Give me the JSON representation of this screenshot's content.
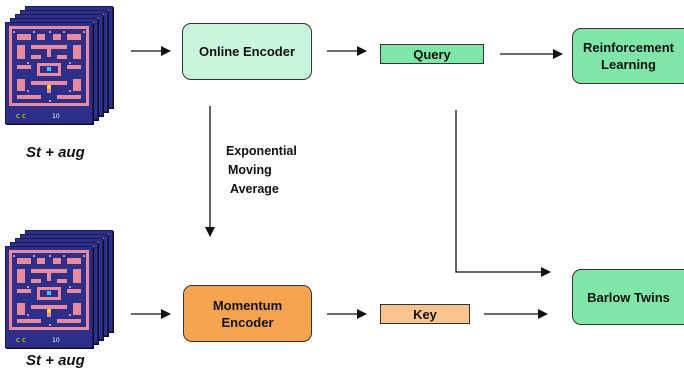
{
  "diagram": {
    "input_top": {
      "caption": "St + aug"
    },
    "input_bottom": {
      "caption": "St + aug"
    },
    "online_encoder": {
      "label": "Online Encoder"
    },
    "momentum_encoder": {
      "label_line1": "Momentum",
      "label_line2": "Encoder"
    },
    "query": {
      "label": "Query"
    },
    "key": {
      "label": "Key"
    },
    "reinforcement_learning": {
      "label_line1": "Reinforcement",
      "label_line2": "Learning"
    },
    "barlow_twins": {
      "label": "Barlow Twins"
    },
    "ema": {
      "line1": "Exponential",
      "line2": "Moving",
      "line3": "Average"
    }
  },
  "colors": {
    "online_encoder_fill": "#c8f5dc",
    "momentum_encoder_fill": "#f7a450",
    "query_fill": "#7fe6a8",
    "key_fill": "#f9c48e",
    "output_fill": "#7fe6a8",
    "game_background": "#2d2f88",
    "game_wall": "#e88aa0"
  },
  "icons": {
    "input_frames": "pacman-game-frame-stack"
  }
}
